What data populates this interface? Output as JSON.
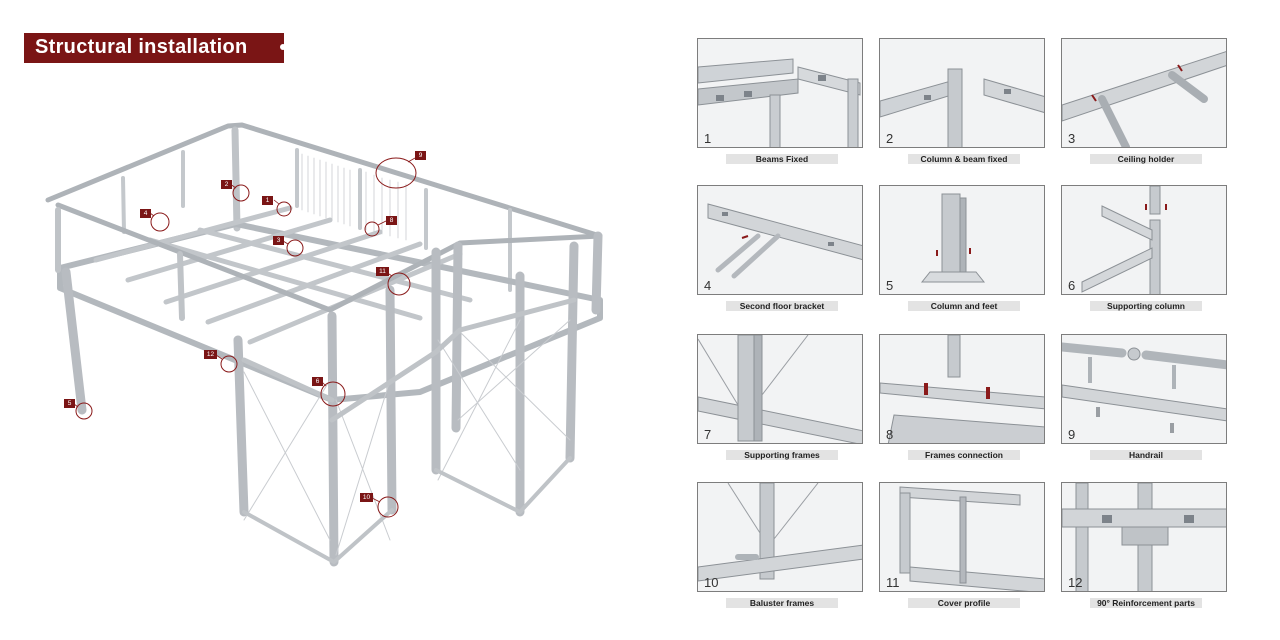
{
  "title": "Structural installation",
  "panels": [
    {
      "number": "1",
      "caption": "Beams Fixed"
    },
    {
      "number": "2",
      "caption": "Column & beam fixed"
    },
    {
      "number": "3",
      "caption": "Ceiling holder"
    },
    {
      "number": "4",
      "caption": "Second floor bracket"
    },
    {
      "number": "5",
      "caption": "Column and feet"
    },
    {
      "number": "6",
      "caption": "Supporting column"
    },
    {
      "number": "7",
      "caption": "Supporting frames"
    },
    {
      "number": "8",
      "caption": "Frames connection"
    },
    {
      "number": "9",
      "caption": "Handrail"
    },
    {
      "number": "10",
      "caption": "Baluster frames"
    },
    {
      "number": "11",
      "caption": "Cover profile"
    },
    {
      "number": "12",
      "caption": "90°  Reinforcement parts"
    }
  ],
  "callouts": [
    "1",
    "2",
    "3",
    "4",
    "5",
    "6",
    "8",
    "9",
    "10",
    "11",
    "12"
  ],
  "colors": {
    "accent": "#7a1515",
    "metal": "#bfc3c7",
    "metal_dark": "#8c9196"
  }
}
